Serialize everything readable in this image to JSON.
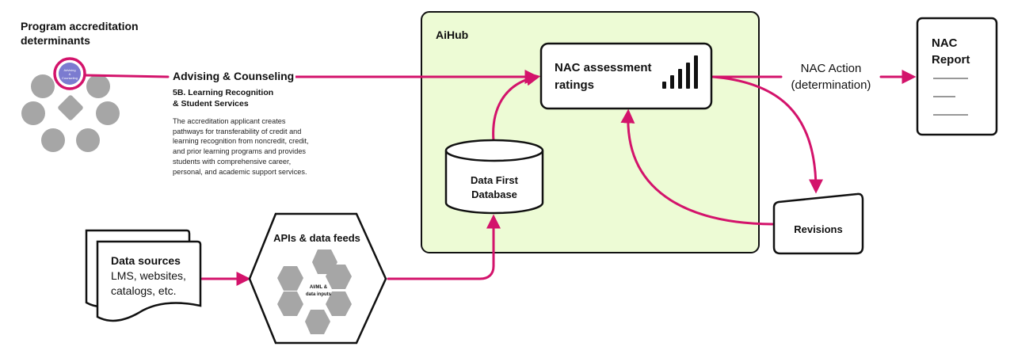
{
  "determinants": {
    "title_line1": "Program accreditation",
    "title_line2": "determinants",
    "selected_circle_line1": "Advising",
    "selected_circle_line2": "&",
    "selected_circle_line3": "Counseling"
  },
  "advising": {
    "heading": "Advising & Counseling",
    "sub_line1": "5B. Learning Recognition",
    "sub_line2": "& Student Services",
    "desc_lines": [
      "The accreditation applicant creates",
      "pathways for transferability of credit and",
      "learning recognition from noncredit, credit,",
      "and prior learning programs and provides",
      "students with comprehensive career,",
      "personal, and academic support services."
    ]
  },
  "aihub": {
    "label": "AiHub"
  },
  "assessment": {
    "line1": "NAC assessment",
    "line2": "ratings"
  },
  "database": {
    "line1": "Data First",
    "line2": "Database"
  },
  "revisions": {
    "label": "Revisions"
  },
  "action": {
    "line1": "NAC Action",
    "line2": "(determination)"
  },
  "report": {
    "line1": "NAC",
    "line2": "Report"
  },
  "sources": {
    "title": "Data sources",
    "line1": "LMS, websites,",
    "line2": "catalogs, etc."
  },
  "apis": {
    "title": "APIs & data feeds",
    "inner_line1": "AI/ML &",
    "inner_line2": "data inputs"
  },
  "colors": {
    "accent": "#d3136b",
    "hub_fill": "#edfbd5",
    "node_gray": "#a6a6a6",
    "selected_fill": "#7b7bd0"
  }
}
